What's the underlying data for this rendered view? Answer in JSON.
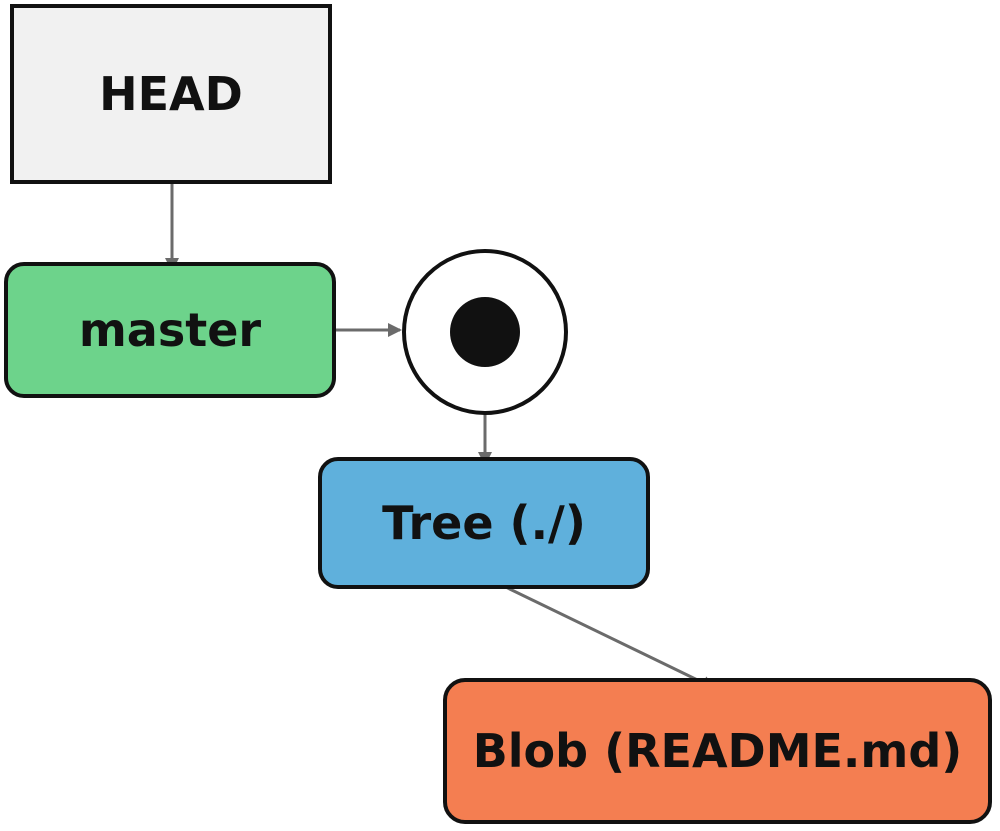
{
  "nodes": {
    "head": {
      "label": "HEAD",
      "color": "#f1f1f1"
    },
    "master": {
      "label": "master",
      "color": "#6dd38b"
    },
    "commit": {
      "icon": "commit-icon"
    },
    "tree": {
      "label": "Tree (./)",
      "color": "#5fb0dc"
    },
    "blob": {
      "label": "Blob (README.md)",
      "color": "#f47e51"
    }
  },
  "edges": [
    {
      "from": "head",
      "to": "master"
    },
    {
      "from": "master",
      "to": "commit"
    },
    {
      "from": "commit",
      "to": "tree"
    },
    {
      "from": "tree",
      "to": "blob"
    }
  ],
  "colors": {
    "stroke": "#111111",
    "arrow": "#6b6b6b"
  }
}
